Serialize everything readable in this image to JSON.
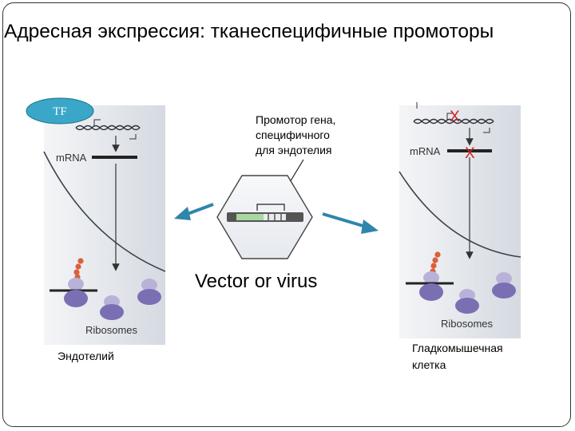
{
  "title": "Адресная экспрессия: тканеспецифичные промоторы",
  "left_cell": {
    "tf_label": "TF",
    "mrna_label": "mRNA",
    "ribosomes_label": "Ribosomes",
    "caption": "Эндотелий"
  },
  "center": {
    "promoter_caption": [
      "Промотор гена,",
      "специфичного",
      "для эндотелия"
    ],
    "vector_label": "Vector or virus"
  },
  "right_cell": {
    "mrna_label": "mRNA",
    "ribosomes_label": "Ribosomes",
    "block_mark_1": "X",
    "block_mark_2": "X",
    "caption": [
      "Гладкомышечная",
      "клетка"
    ]
  },
  "colors": {
    "tf_fill": "#3aa7c9",
    "arrow": "#2e86ab",
    "cell_bg": "#dfe3e9",
    "ribosome": "#7b6fb3",
    "block_mark": "#d32020"
  }
}
